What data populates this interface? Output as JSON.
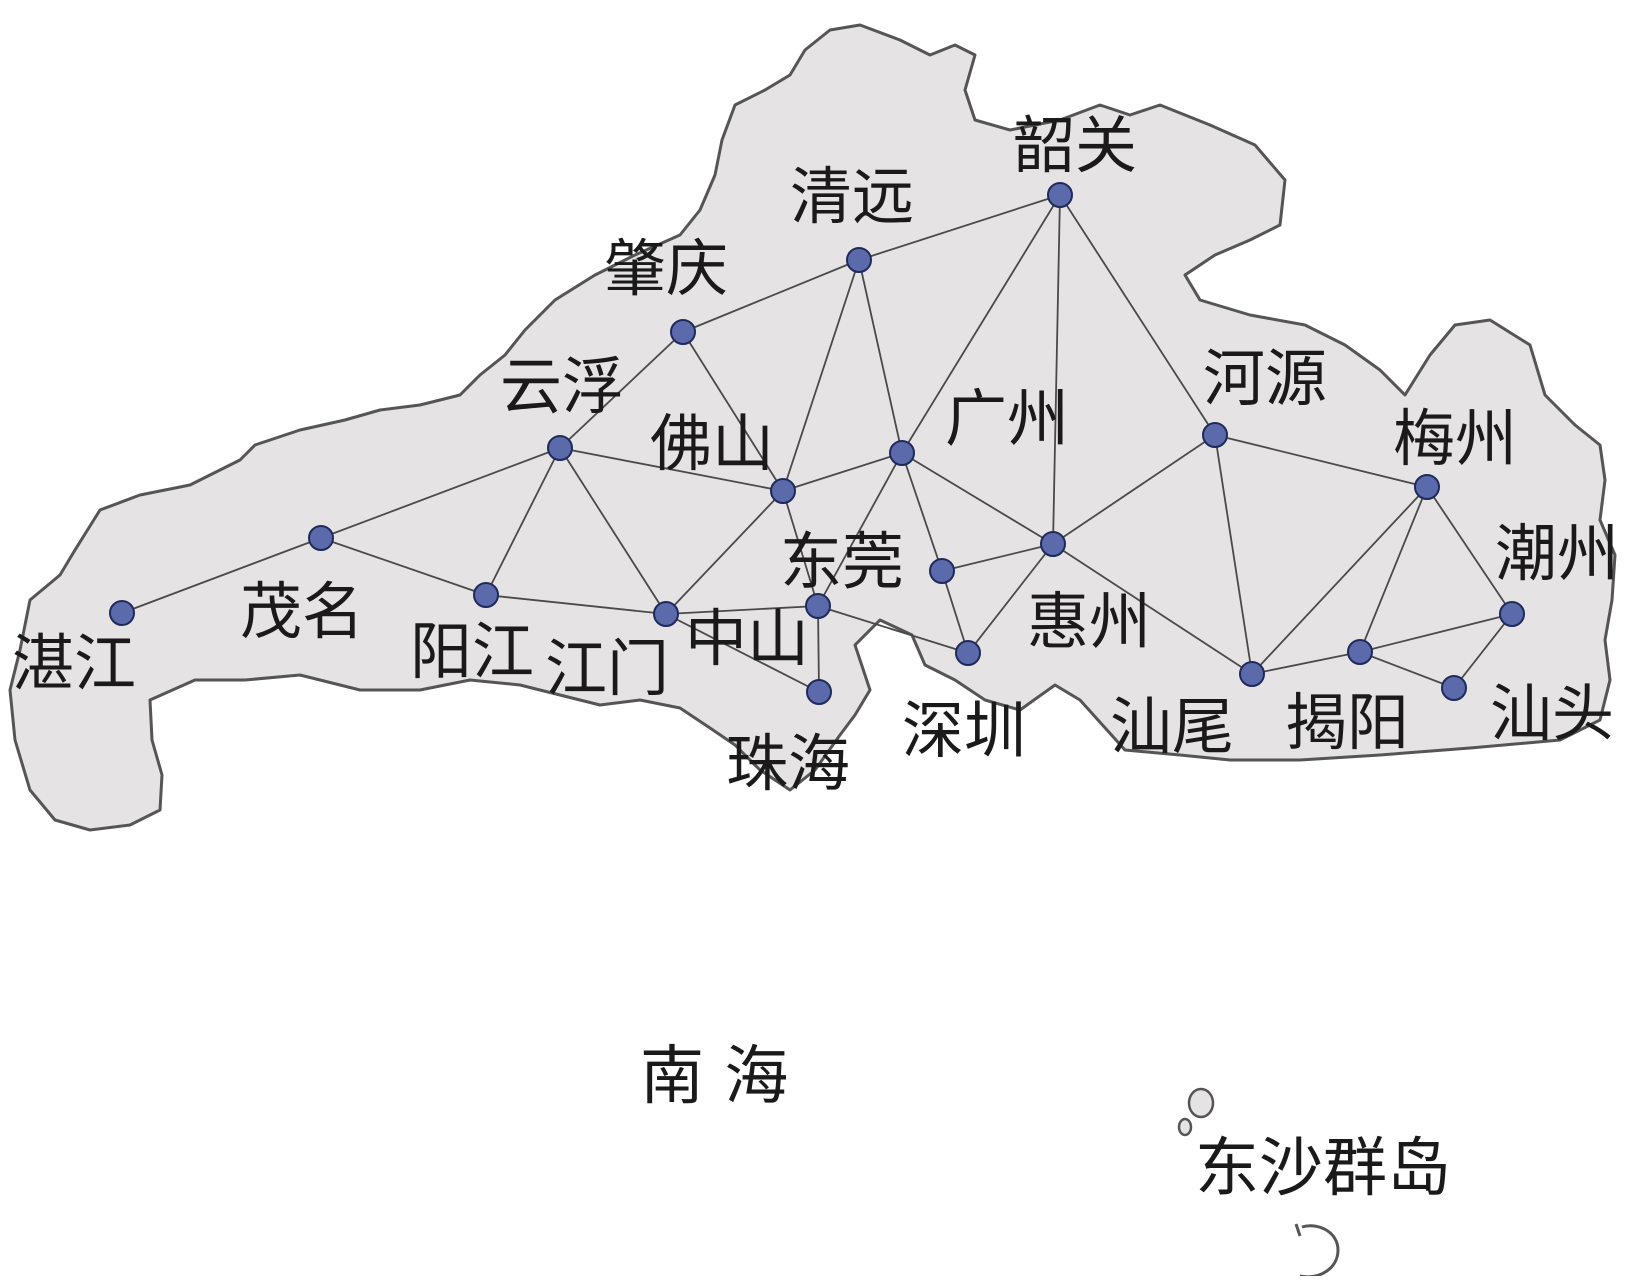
{
  "map": {
    "colors": {
      "land": "#e5e3e4",
      "border": "#555555",
      "node_fill": "#5b6aab",
      "node_stroke": "#1f2a5a",
      "edge": "#4a4a4a",
      "text": "#1a1a1a"
    },
    "cities": [
      {
        "id": "zhanjiang",
        "name": "湛江"
      },
      {
        "id": "maoming",
        "name": "茂名"
      },
      {
        "id": "yangjiang",
        "name": "阳江"
      },
      {
        "id": "yunfu",
        "name": "云浮"
      },
      {
        "id": "zhaoqing",
        "name": "肇庆"
      },
      {
        "id": "qingyuan",
        "name": "清远"
      },
      {
        "id": "shaoguan",
        "name": "韶关"
      },
      {
        "id": "foshan",
        "name": "佛山"
      },
      {
        "id": "guangzhou",
        "name": "广州"
      },
      {
        "id": "jiangmen",
        "name": "江门"
      },
      {
        "id": "zhongshan",
        "name": "中山"
      },
      {
        "id": "zhuhai",
        "name": "珠海"
      },
      {
        "id": "dongguan",
        "name": "东莞"
      },
      {
        "id": "shenzhen",
        "name": "深圳"
      },
      {
        "id": "huizhou",
        "name": "惠州"
      },
      {
        "id": "heyuan",
        "name": "河源"
      },
      {
        "id": "meizhou",
        "name": "梅州"
      },
      {
        "id": "shanwei",
        "name": "汕尾"
      },
      {
        "id": "jieyang",
        "name": "揭阳"
      },
      {
        "id": "chaozhou",
        "name": "潮州"
      },
      {
        "id": "shantou",
        "name": "汕头"
      }
    ],
    "connections": [
      [
        "zhanjiang",
        "maoming"
      ],
      [
        "maoming",
        "yunfu"
      ],
      [
        "maoming",
        "yangjiang"
      ],
      [
        "yangjiang",
        "yunfu"
      ],
      [
        "yangjiang",
        "jiangmen"
      ],
      [
        "yunfu",
        "jiangmen"
      ],
      [
        "yunfu",
        "foshan"
      ],
      [
        "yunfu",
        "zhaoqing"
      ],
      [
        "zhaoqing",
        "qingyuan"
      ],
      [
        "zhaoqing",
        "foshan"
      ],
      [
        "qingyuan",
        "shaoguan"
      ],
      [
        "qingyuan",
        "foshan"
      ],
      [
        "qingyuan",
        "guangzhou"
      ],
      [
        "shaoguan",
        "guangzhou"
      ],
      [
        "shaoguan",
        "huizhou"
      ],
      [
        "shaoguan",
        "heyuan"
      ],
      [
        "foshan",
        "guangzhou"
      ],
      [
        "foshan",
        "jiangmen"
      ],
      [
        "foshan",
        "zhongshan"
      ],
      [
        "jiangmen",
        "zhongshan"
      ],
      [
        "jiangmen",
        "zhuhai"
      ],
      [
        "zhongshan",
        "zhuhai"
      ],
      [
        "zhongshan",
        "guangzhou"
      ],
      [
        "zhongshan",
        "shenzhen"
      ],
      [
        "guangzhou",
        "dongguan"
      ],
      [
        "guangzhou",
        "huizhou"
      ],
      [
        "dongguan",
        "huizhou"
      ],
      [
        "dongguan",
        "shenzhen"
      ],
      [
        "shenzhen",
        "huizhou"
      ],
      [
        "huizhou",
        "heyuan"
      ],
      [
        "huizhou",
        "shanwei"
      ],
      [
        "heyuan",
        "meizhou"
      ],
      [
        "heyuan",
        "shanwei"
      ],
      [
        "meizhou",
        "shanwei"
      ],
      [
        "meizhou",
        "jieyang"
      ],
      [
        "meizhou",
        "chaozhou"
      ],
      [
        "shanwei",
        "jieyang"
      ],
      [
        "jieyang",
        "chaozhou"
      ],
      [
        "jieyang",
        "shantou"
      ],
      [
        "chaozhou",
        "shantou"
      ]
    ],
    "sea_label": "南 海",
    "islands_label": "东沙群岛"
  }
}
